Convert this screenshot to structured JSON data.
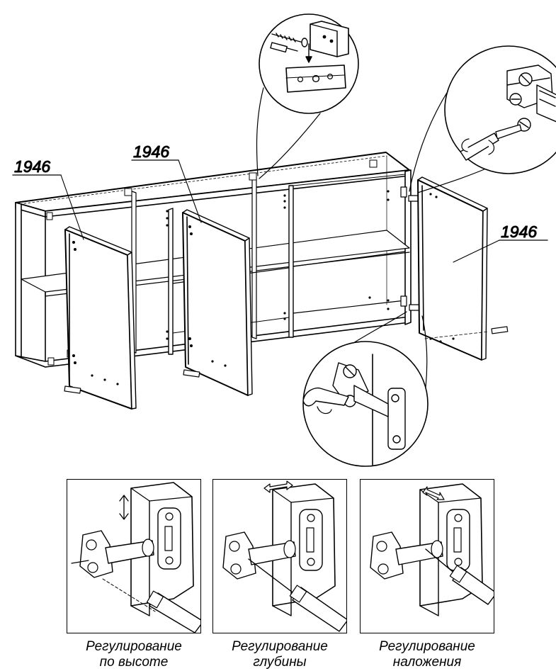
{
  "labels": {
    "door_left": "1946",
    "door_middle": "1946",
    "door_right": "1946"
  },
  "adjustments": [
    {
      "line1": "Регулирование",
      "line2": "по высоте"
    },
    {
      "line1": "Регулирование",
      "line2": "глубины"
    },
    {
      "line1": "Регулирование",
      "line2": "наложения"
    }
  ]
}
